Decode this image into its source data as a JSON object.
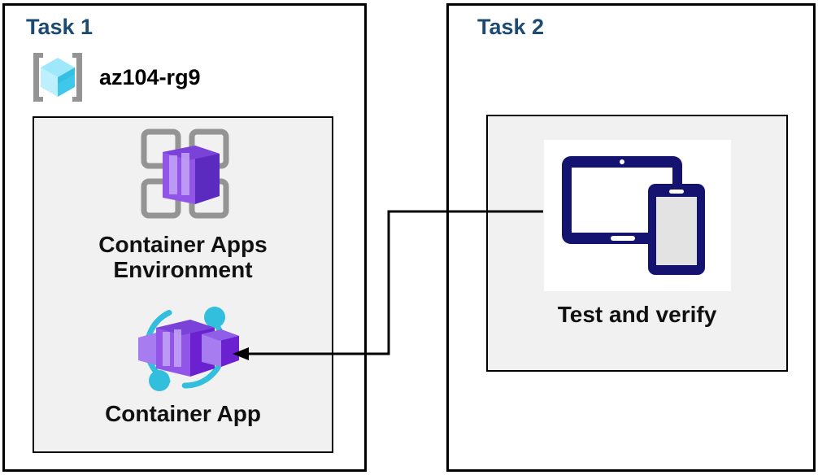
{
  "diagram": {
    "title": "Azure Container Apps lab diagram",
    "background": "#ffffff",
    "accent_title_color": "#1c4a73",
    "panel_border_color": "#000000",
    "inner_box_fill": "#f1f1f1",
    "connector_color": "#000000"
  },
  "task1": {
    "title": "Task 1",
    "resource_group": {
      "icon": "resource-group-icon",
      "label": "az104-rg9",
      "icon_colors": {
        "bracket": "#949494",
        "cube_light": "#9fe8fb",
        "cube_mid": "#50d2f0",
        "cube_dark": "#2bb8dd"
      }
    },
    "container_apps_environment": {
      "icon": "container-apps-environment-icon",
      "label": "Container Apps\nEnvironment",
      "icon_colors": {
        "grid": "#949494",
        "box_light": "#a67cf0",
        "box_mid": "#8f5fe8",
        "box_dark": "#5b2bc0"
      }
    },
    "container_app": {
      "icon": "container-app-icon",
      "label": "Container App",
      "icon_colors": {
        "ring": "#32bedd",
        "dot": "#32bedd",
        "box_light": "#a67cf0",
        "box_mid": "#9156e8",
        "box_dark": "#6b21d0"
      }
    }
  },
  "task2": {
    "title": "Task 2",
    "test_and_verify": {
      "icon": "test-and-verify-devices-icon",
      "label": "Test and verify",
      "icon_colors": {
        "device": "#141470",
        "screen": "#ffffff",
        "phone_screen": "#e3e3e3",
        "plate": "#ffffff"
      }
    }
  },
  "connector": {
    "name": "test-verify-to-container-app-arrow",
    "from": "Test and verify",
    "to": "Container App",
    "style": "elbow-arrow",
    "arrowhead": "left"
  }
}
